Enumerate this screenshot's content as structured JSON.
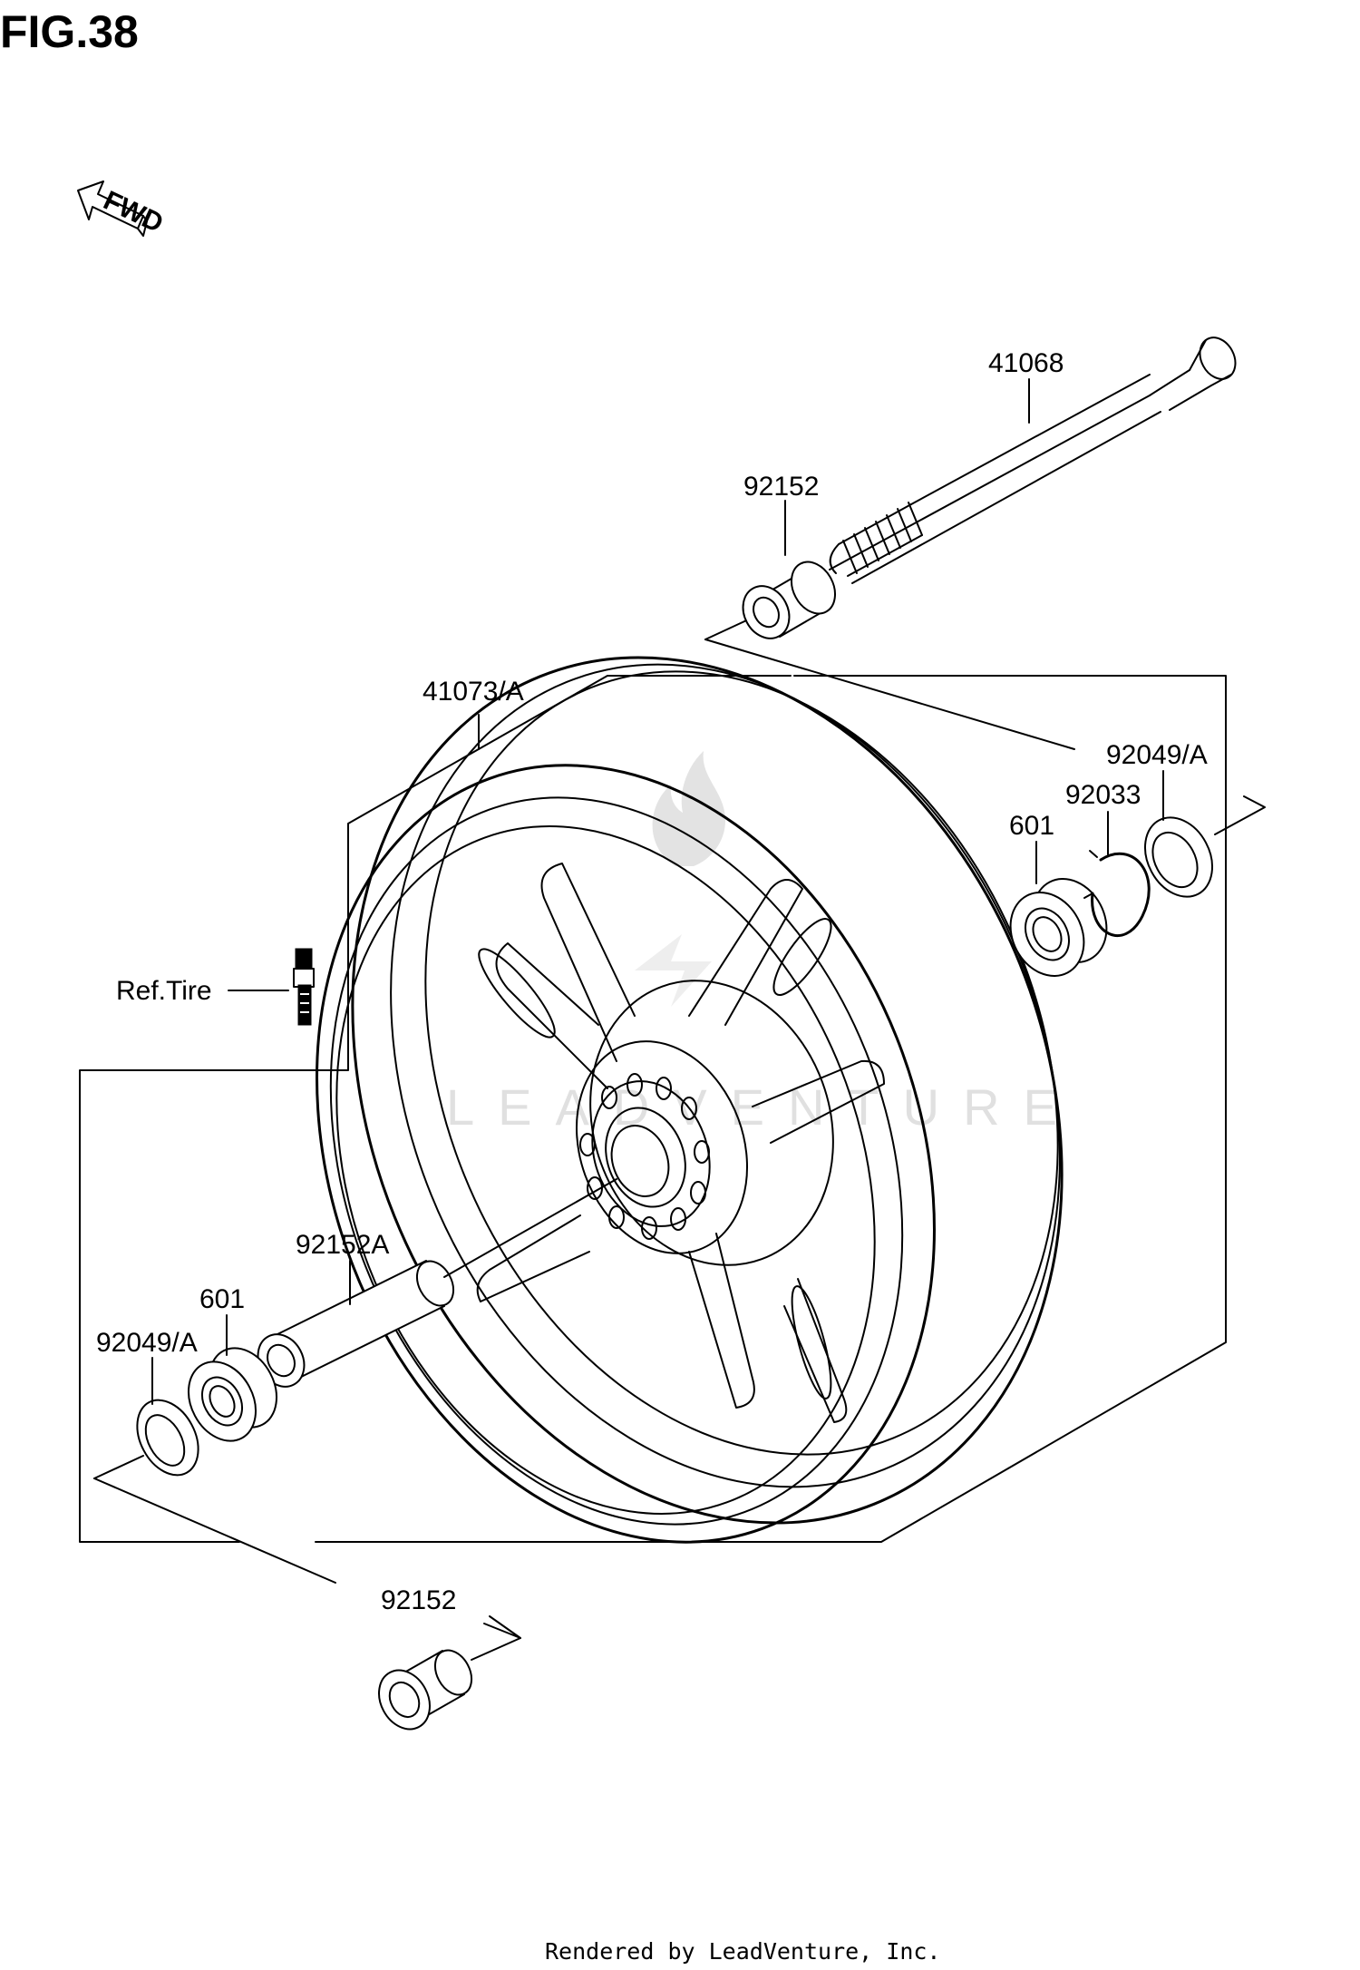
{
  "figure": {
    "title": "FIG.38",
    "fwd_label": "FWD"
  },
  "parts": [
    {
      "id": "p41068",
      "label": "41068"
    },
    {
      "id": "p92152-top",
      "label": "92152"
    },
    {
      "id": "p41073",
      "label": "41073/A"
    },
    {
      "id": "p92049-right",
      "label": "92049/A"
    },
    {
      "id": "p92033",
      "label": "92033"
    },
    {
      "id": "p601-right",
      "label": "601"
    },
    {
      "id": "p-ref-tire",
      "label": "Ref.Tire"
    },
    {
      "id": "p92152A",
      "label": "92152A"
    },
    {
      "id": "p601-left",
      "label": "601"
    },
    {
      "id": "p92049-left",
      "label": "92049/A"
    },
    {
      "id": "p92152-bottom",
      "label": "92152"
    }
  ],
  "watermark": {
    "text": "LEADVENTURE"
  },
  "footer": {
    "text": "Rendered by LeadVenture, Inc."
  }
}
